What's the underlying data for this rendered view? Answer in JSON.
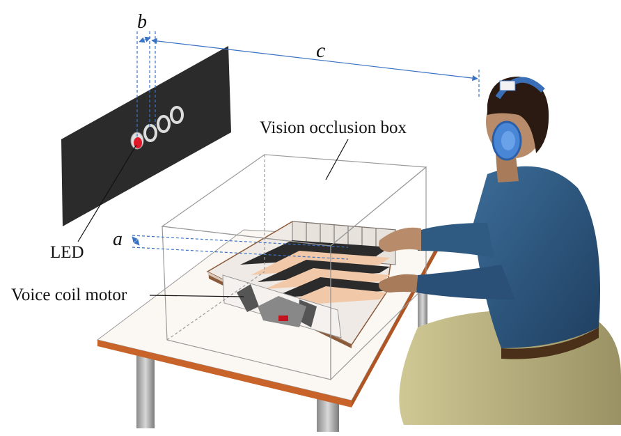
{
  "labels": {
    "b": "b",
    "c": "c",
    "a": "a",
    "vision_occlusion_box": "Vision occlusion box",
    "led": "LED",
    "voice_coil_motor": "Voice coil motor"
  },
  "colors": {
    "dimension_line": "#3a72c4",
    "panel": "#2b2b2b",
    "led_red": "#e0192a",
    "table_edge": "#c8642a",
    "key_bar": "#f2c9a8",
    "shirt": "#2f5a82",
    "pants": "#b5ad7c",
    "skin": "#b88c6a",
    "headphone": "#4a86d6",
    "hair": "#2a1a12"
  }
}
